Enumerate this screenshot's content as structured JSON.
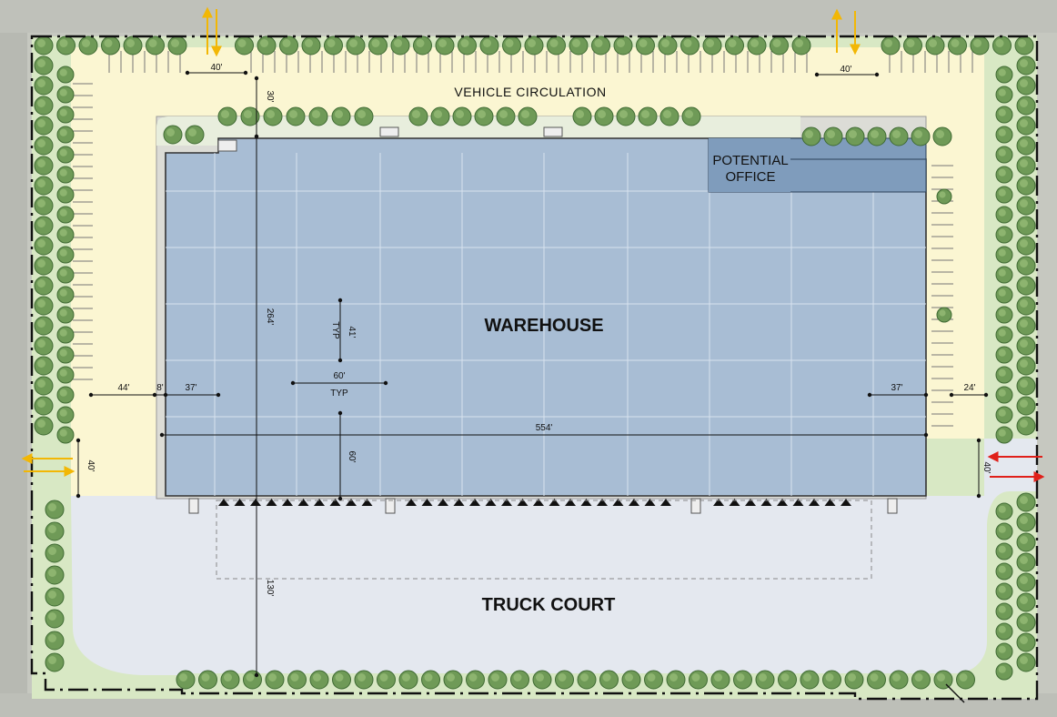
{
  "labels": {
    "warehouse": "WAREHOUSE",
    "truck_court": "TRUCK COURT",
    "vehicle_circulation": "VEHICLE CIRCULATION",
    "office_line1": "POTENTIAL",
    "office_line2": "OFFICE"
  },
  "dimensions": {
    "top_left_drive": "40'",
    "top_right_drive": "40'",
    "top_setback": "30'",
    "building_depth": "264'",
    "bay_depth": "41'",
    "bay_depth_note": "TYP",
    "bay_width": "60'",
    "bay_width_note": "TYP",
    "left_parking": "44'",
    "left_walk": "8'",
    "left_bay": "37'",
    "right_bay": "37'",
    "right_parking": "24'",
    "building_length": "554'",
    "dock_bay": "60'",
    "left_entry": "40'",
    "right_entry": "40'",
    "truck_court_depth": "130'"
  },
  "colors": {
    "background": "#c9cbc4",
    "parking": "#fbf6d2",
    "landscape": "#d8e8c4",
    "truck_court": "#e4e8ef",
    "warehouse": "#a8bdd4",
    "office": "#7f9cbc",
    "tree": "#6f9a57",
    "entry_arrow_yellow": "#f2b705",
    "entry_arrow_red": "#e0201a"
  },
  "icons": {
    "tree": "tree-icon",
    "dock_door": "dock-door-icon",
    "entry_arrow": "arrow-icon"
  }
}
